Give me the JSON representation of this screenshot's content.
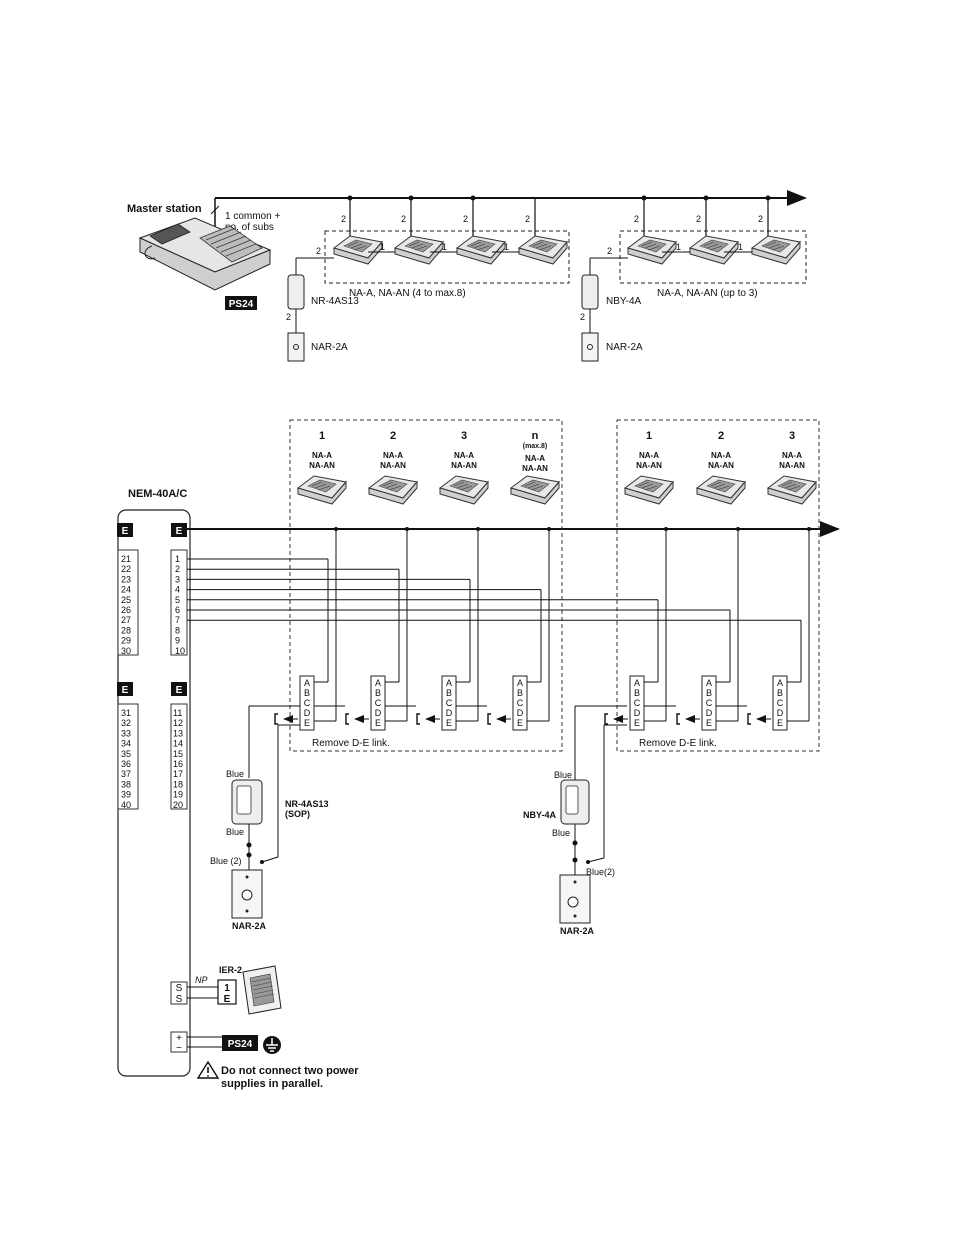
{
  "top": {
    "master_label": "Master station",
    "common_note_1": "1 common +",
    "common_note_2": "no. of subs",
    "ps_tag": "PS24",
    "group1_label": "NA-A, NA-AN (4 to max.8)",
    "group2_label": "NA-A, NA-AN (up to 3)",
    "door1": "NR-4AS13",
    "door2": "NBY-4A",
    "plate": "NAR-2A",
    "wire2": "2",
    "wire1": "1"
  },
  "bottom": {
    "unit_title": "NEM-40A/C",
    "e_tag": "E",
    "left_terms_a": [
      "21",
      "22",
      "23",
      "24",
      "25",
      "26",
      "27",
      "28",
      "29",
      "30"
    ],
    "right_terms_a": [
      "1",
      "2",
      "3",
      "4",
      "5",
      "6",
      "7",
      "8",
      "9",
      "10"
    ],
    "left_terms_b": [
      "31",
      "32",
      "33",
      "34",
      "35",
      "36",
      "37",
      "38",
      "39",
      "40"
    ],
    "right_terms_b": [
      "11",
      "12",
      "13",
      "14",
      "15",
      "16",
      "17",
      "18",
      "19",
      "20"
    ],
    "g1_cols": [
      "1",
      "2",
      "3",
      "n"
    ],
    "max_note": "(max.8)",
    "model_a": "NA-A",
    "model_an": "NA-AN",
    "g2_cols": [
      "1",
      "2",
      "3"
    ],
    "abcde": [
      "A",
      "B",
      "C",
      "D",
      "E"
    ],
    "remove_link": "Remove D-E link.",
    "blue": "Blue",
    "blue2a": "Blue (2)",
    "blue2b": "Blue(2)",
    "door1a": "NR-4AS13",
    "door1b": "(SOP)",
    "door2": "NBY-4A",
    "plate": "NAR-2A",
    "ss": [
      "S",
      "S"
    ],
    "np": "NP",
    "ier": "IER-2",
    "ier_terms": [
      "1",
      "E"
    ],
    "pm": [
      "+",
      "−"
    ],
    "ps_tag": "PS24",
    "warn1": "Do not connect two power",
    "warn2": "supplies in parallel."
  }
}
